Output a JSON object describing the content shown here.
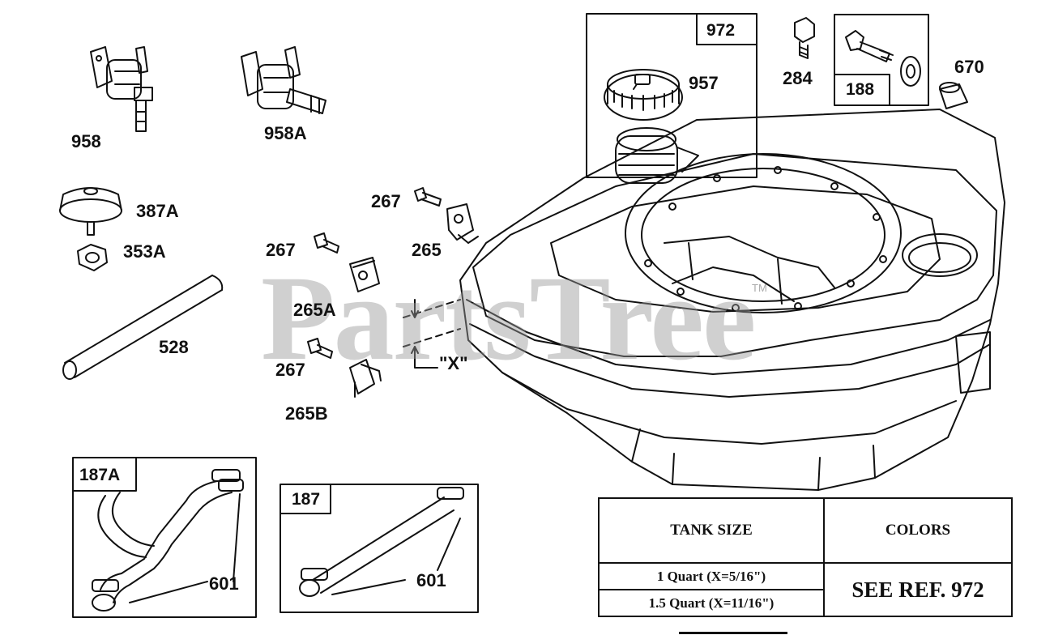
{
  "watermark": "PartsTree",
  "trademark": "TM",
  "callouts": {
    "p958": "958",
    "p958a": "958A",
    "p387a": "387A",
    "p353a": "353A",
    "p528": "528",
    "p267_top": "267",
    "p265": "265",
    "p267_mid": "267",
    "p265a": "265A",
    "p267_low": "267",
    "p265b": "265B",
    "dim_x": "\"X\"",
    "p957": "957",
    "p284": "284",
    "p670": "670",
    "p601_left": "601",
    "p601_right": "601"
  },
  "boxes": {
    "b972": "972",
    "b188": "188",
    "b187a": "187A",
    "b187": "187"
  },
  "table": {
    "header_size": "TANK SIZE",
    "header_colors": "COLORS",
    "row1": "1 Quart (X=5/16\")",
    "row2": "1.5 Quart (X=11/16\")",
    "colors_value": "SEE REF. 972"
  }
}
